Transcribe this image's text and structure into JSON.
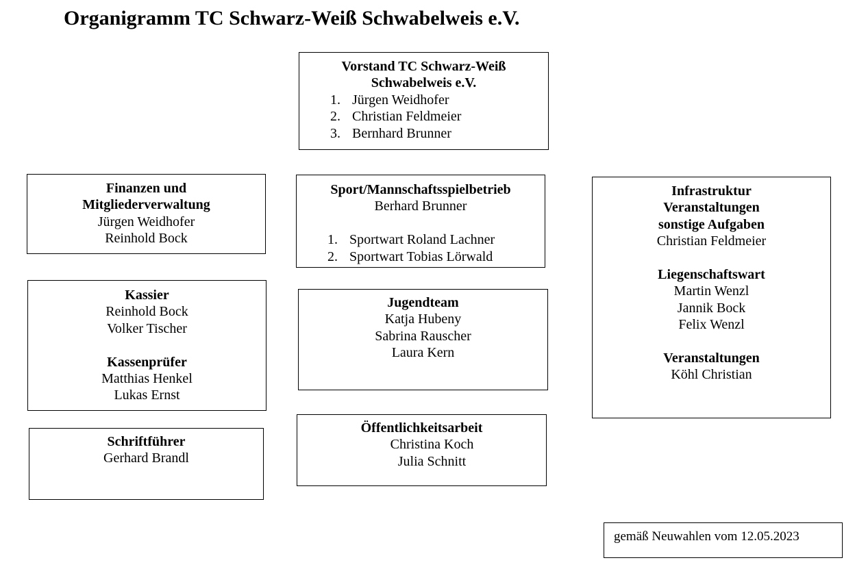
{
  "title": "Organigramm TC Schwarz-Weiß Schwabelweis e.V.",
  "vorstand": {
    "heading_line1": "Vorstand TC Schwarz-Weiß",
    "heading_line2": "Schwabelweis e.V.",
    "members": [
      {
        "num": "1.",
        "name": "Jürgen Weidhofer"
      },
      {
        "num": "2.",
        "name": "Christian Feldmeier"
      },
      {
        "num": "3.",
        "name": "Bernhard Brunner"
      }
    ]
  },
  "finanzen": {
    "heading_line1": "Finanzen und",
    "heading_line2": "Mitgliederverwaltung",
    "people": [
      "Jürgen Weidhofer",
      "Reinhold Bock"
    ]
  },
  "sport": {
    "heading": "Sport/Mannschaftsspielbetrieb",
    "lead": "Berhard Brunner",
    "sportwarte": [
      {
        "num": "1.",
        "name": "Sportwart Roland Lachner"
      },
      {
        "num": "2.",
        "name": "Sportwart Tobias Lörwald"
      }
    ]
  },
  "infra": {
    "heading_line1": "Infrastruktur",
    "heading_line2": "Veranstaltungen",
    "heading_line3": "sonstige Aufgaben",
    "lead": "Christian Feldmeier",
    "liegenschaft_heading": "Liegenschaftswart",
    "liegenschaft_people": [
      "Martin Wenzl",
      "Jannik Bock",
      "Felix Wenzl"
    ],
    "veranstaltungen_heading": "Veranstaltungen",
    "veranstaltungen_people": [
      "Köhl Christian"
    ]
  },
  "kassier": {
    "heading": "Kassier",
    "people": [
      "Reinhold Bock",
      "Volker Tischer"
    ],
    "pruefer_heading": "Kassenprüfer",
    "pruefer_people": [
      "Matthias Henkel",
      "Lukas Ernst"
    ]
  },
  "jugend": {
    "heading": "Jugendteam",
    "people": [
      "Katja Hubeny",
      "Sabrina Rauscher",
      "Laura Kern"
    ]
  },
  "schrift": {
    "heading": "Schriftführer",
    "people": [
      "Gerhard Brandl"
    ]
  },
  "oeffent": {
    "heading": "Öffentlichkeitsarbeit",
    "people": [
      "Christina Koch",
      "Julia Schnitt"
    ]
  },
  "footer": {
    "note": "gemäß Neuwahlen vom 12.05.2023"
  }
}
